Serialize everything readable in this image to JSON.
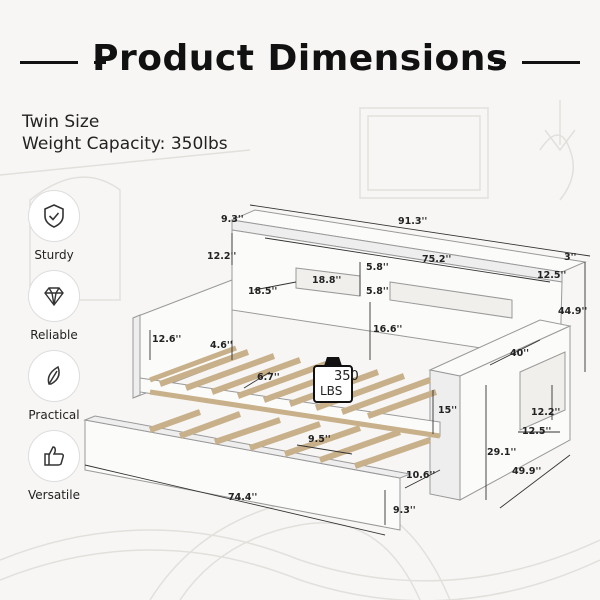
{
  "title": "Product Dimensions",
  "specs": {
    "size": "Twin Size",
    "weight": "Weight Capacity: 350lbs"
  },
  "features": [
    {
      "label": "Sturdy",
      "icon": "shield-check-icon"
    },
    {
      "label": "Reliable",
      "icon": "diamond-icon"
    },
    {
      "label": "Practical",
      "icon": "leaf-icon"
    },
    {
      "label": "Versatile",
      "icon": "thumbs-up-icon"
    }
  ],
  "load_badge": {
    "value": "350",
    "unit": "LBS"
  },
  "dimensions": {
    "overall_length": "91.3''",
    "shelf_depth": "9.3''",
    "top_height": "12.2''",
    "inner_shelf": "75.2''",
    "right_top": "3''",
    "right_shelf_w": "12.5''",
    "total_height": "44.9''",
    "small_shelf": "18.8''",
    "shelf_gap_a": "5.8''",
    "shelf_gap_b": "5.8''",
    "shelf_left": "18.5''",
    "back_panel": "16.6''",
    "arm_height": "12.6''",
    "arm_gap": "4.6''",
    "slat_gap": "6.7''",
    "side_depth": "40''",
    "trundle_height": "15''",
    "right_shelf_h": "12.2''",
    "right_shelf_d": "12.5''",
    "slat_space": "9.5''",
    "side_height": "29.1''",
    "trundle_gap": "10.6''",
    "total_depth": "49.9''",
    "trundle_length": "74.4''",
    "trundle_side": "9.3''"
  }
}
